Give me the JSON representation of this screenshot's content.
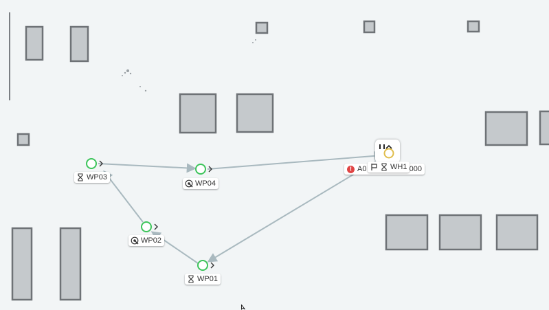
{
  "map": {
    "waypoints": [
      {
        "id": "wp03",
        "label": "WP03",
        "icon": "hourglass-icon"
      },
      {
        "id": "wp04",
        "label": "WP04",
        "icon": "target-icon"
      },
      {
        "id": "wp02",
        "label": "WP02",
        "icon": "target-icon"
      },
      {
        "id": "wp01",
        "label": "WP01",
        "icon": "hourglass-icon"
      },
      {
        "id": "wh1",
        "label": "WH1",
        "icon": "hourglass-icon"
      }
    ],
    "robot": {
      "alert_label": "A0",
      "alert_suffix": "0000",
      "alert_icon": "exclamation-icon"
    }
  },
  "colors": {
    "background": "#f2f5f6",
    "obstacle_fill": "#c5c9cc",
    "route": "#a9b9bf",
    "waypoint_ring": "#3cc45a",
    "home_ring": "#e0bd4b",
    "alert": "#e04444"
  }
}
